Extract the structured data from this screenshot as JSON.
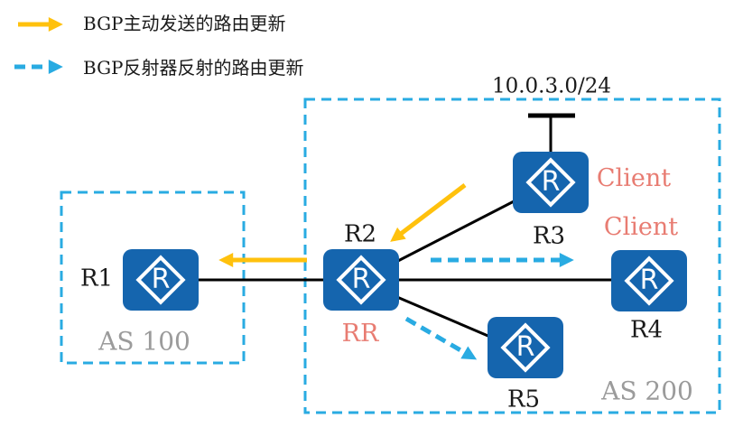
{
  "legend": {
    "items": [
      {
        "style": "solid",
        "color": "#FFC10D",
        "label": "BGP主动发送的路由更新"
      },
      {
        "style": "dashed",
        "color": "#29ABE2",
        "label": "BGP反射器反射的路由更新"
      }
    ]
  },
  "subnet": {
    "label": "10.0.3.0/24"
  },
  "as_groups": [
    {
      "label": "AS 100"
    },
    {
      "label": "AS 200"
    }
  ],
  "routers": {
    "r1": {
      "label": "R1"
    },
    "r2": {
      "label": "R2",
      "role": "RR"
    },
    "r3": {
      "label": "R3",
      "role": "Client"
    },
    "r4": {
      "label": "R4",
      "role": "Client"
    },
    "r5": {
      "label": "R5"
    }
  },
  "icon": {
    "router_letter": "R"
  },
  "colors": {
    "router_blue": "#1565AE",
    "arrow_yellow": "#FFC10D",
    "arrow_cyan": "#29ABE2",
    "boundary_cyan": "#29ABE2",
    "role_red": "#E87C72",
    "as_gray": "#9B9B9B",
    "link_black": "#000000"
  }
}
